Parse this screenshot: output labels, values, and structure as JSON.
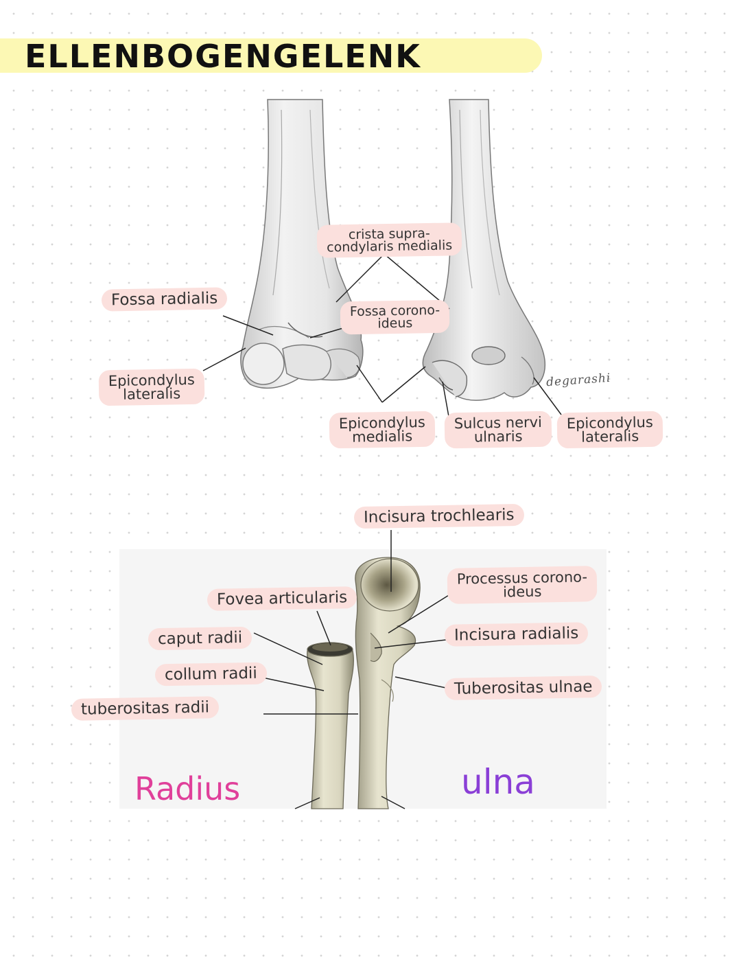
{
  "title": "ELLENBOGENGELENK",
  "colors": {
    "title_highlight": "#fcf8b4",
    "label_background": "#fbe0dd",
    "radius_text": "#e0409a",
    "ulna_text": "#8a3fd6"
  },
  "humerus_figure": {
    "labels": {
      "crista": [
        "crista supra-",
        "condylaris medialis"
      ],
      "fossa_radialis": "Fossa radialis",
      "fossa_coronoideus": [
        "Fossa corono-",
        "ideus"
      ],
      "epicondylus_lateralis_left": [
        "Epicondylus",
        "lateralis"
      ],
      "epicondylus_medialis": [
        "Epicondylus",
        "medialis"
      ],
      "sulcus": [
        "Sulcus nervi",
        "ulnaris"
      ],
      "epicondylus_lateralis_right": [
        "Epicondylus",
        "lateralis"
      ]
    },
    "signature": "degarashi"
  },
  "forearm_figure": {
    "labels": {
      "incisura_trochlearis": "Incisura trochlearis",
      "processus_coronoideus": [
        "Processus corono-",
        "ideus"
      ],
      "fovea_articularis": "Fovea articularis",
      "caput_radii": "caput radii",
      "collum_radii": "collum radii",
      "incisura_radialis": "Incisura radialis",
      "tuberositas_ulnae": "Tuberositas ulnae",
      "tuberositas_radii": "tuberositas radii"
    },
    "radius_name": "Radius",
    "ulna_name": "ulna"
  }
}
